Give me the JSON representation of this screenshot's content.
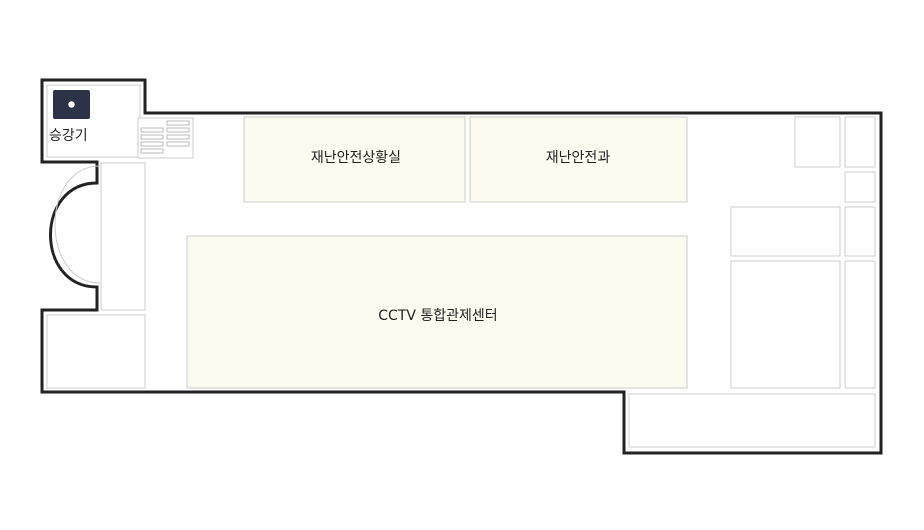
{
  "floor_plan": {
    "rooms": {
      "disaster_situation_room": "재난안전상황실",
      "disaster_safety_dept": "재난안전과",
      "cctv_center": "CCTV 통합관제센터"
    },
    "elevator_label": "승강기",
    "icons": {
      "elevator": "elevator-icon",
      "stairs": "stairs-icon"
    },
    "colors": {
      "room_fill": "#fcfbef",
      "wall": "#222222",
      "inner_line": "#cccccc",
      "icon_fill": "#2c3348"
    }
  }
}
